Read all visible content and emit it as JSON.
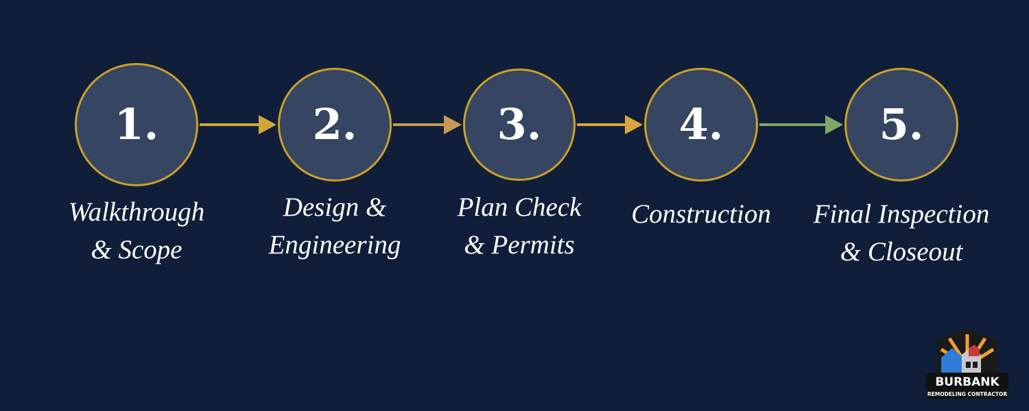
{
  "colors": {
    "background": "#101e3a",
    "circle_fill": "#364562",
    "circle_border": "#c9a227",
    "text": "#ffffff"
  },
  "steps": [
    {
      "number": "1.",
      "label": "Walkthrough\n& Scope"
    },
    {
      "number": "2.",
      "label": "Design &\nEngineering"
    },
    {
      "number": "3.",
      "label": "Plan Check\n& Permits"
    },
    {
      "number": "4.",
      "label": "Construction"
    },
    {
      "number": "5.",
      "label": "Final Inspection\n& Closeout"
    }
  ],
  "arrows": [
    {
      "from": 1,
      "to": 2,
      "color": "#d2a73a"
    },
    {
      "from": 2,
      "to": 3,
      "color": "#c99a55"
    },
    {
      "from": 3,
      "to": 4,
      "color": "#d9a63c"
    },
    {
      "from": 4,
      "to": 5,
      "color": "#7fa76a"
    }
  ],
  "logo": {
    "icon": "house-sunburst-icon",
    "name": "BURBANK",
    "tagline": "REMODELING CONTRACTOR"
  }
}
